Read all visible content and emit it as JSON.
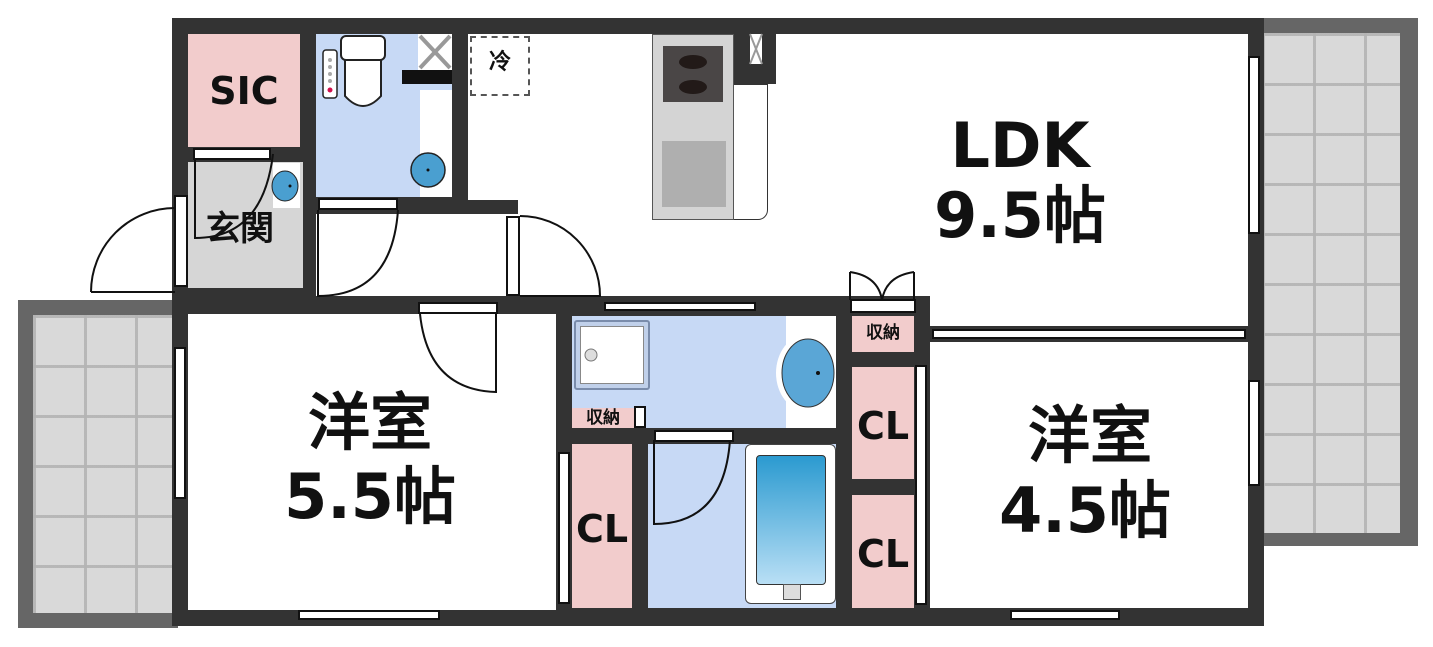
{
  "floorplan": {
    "colors": {
      "wall": "#333333",
      "balcony_frame": "#666666",
      "balcony_floor": "#d9d9d9",
      "storage": "#f2cccc",
      "wet_area": "#c7d9f5",
      "entrance": "#d6d6d6",
      "room": "#ffffff"
    },
    "rooms": {
      "ldk": {
        "name": "LDK",
        "size": "9.5帖"
      },
      "western_left": {
        "name": "洋室",
        "size": "5.5帖"
      },
      "western_right": {
        "name": "洋室",
        "size": "4.5帖"
      },
      "sic": {
        "name": "SIC"
      },
      "entrance": {
        "name": "玄関"
      },
      "fridge": {
        "name": "冷"
      },
      "storage_top": {
        "name": "収納"
      },
      "storage_bath": {
        "name": "収納"
      },
      "closet_left": {
        "name": "CL"
      },
      "closet_right_top": {
        "name": "CL"
      },
      "closet_right_bottom": {
        "name": "CL"
      }
    }
  }
}
